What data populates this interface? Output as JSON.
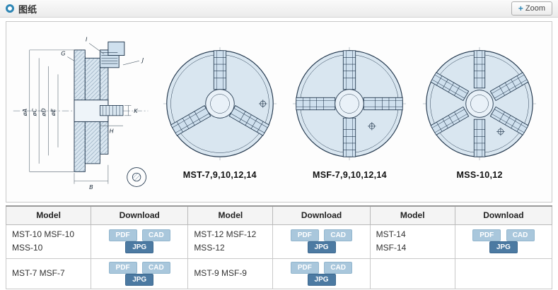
{
  "colors": {
    "accent": "#2e86b5",
    "button_light": "#a9c7dc",
    "button_dark": "#4c7aa2",
    "drawing_fill": "#d9e6f0",
    "drawing_stroke": "#23384e"
  },
  "header": {
    "title": "图纸",
    "zoom_button": {
      "icon": "+",
      "label": "Zoom"
    }
  },
  "drawing": {
    "dimension_labels": {
      "a": "øA",
      "c": "øC",
      "d": "øD",
      "e": "øE",
      "g": "G",
      "h": "H",
      "i": "I",
      "j": "J",
      "k": "K",
      "b": "B"
    },
    "figures": [
      {
        "label": "MST-7,9,10,12,14",
        "jaws": 3
      },
      {
        "label": "MSF-7,9,10,12,14",
        "jaws": 4
      },
      {
        "label": "MSS-10,12",
        "jaws": 6
      }
    ]
  },
  "table": {
    "headers": [
      "Model",
      "Download",
      "Model",
      "Download",
      "Model",
      "Download"
    ],
    "rows": [
      {
        "cells": [
          {
            "model": "MST-10 MSF-10\nMSS-10",
            "downloads": [
              "PDF",
              "CAD",
              "JPG"
            ]
          },
          {
            "model": "MST-12 MSF-12\nMSS-12",
            "downloads": [
              "PDF",
              "CAD",
              "JPG"
            ]
          },
          {
            "model": "MST-14\nMSF-14",
            "downloads": [
              "PDF",
              "CAD",
              "JPG"
            ]
          }
        ]
      },
      {
        "cells": [
          {
            "model": "MST-7 MSF-7",
            "downloads": [
              "PDF",
              "CAD",
              "JPG"
            ]
          },
          {
            "model": "MST-9 MSF-9",
            "downloads": [
              "PDF",
              "CAD",
              "JPG"
            ]
          },
          {
            "model": "",
            "downloads": []
          }
        ]
      }
    ]
  }
}
